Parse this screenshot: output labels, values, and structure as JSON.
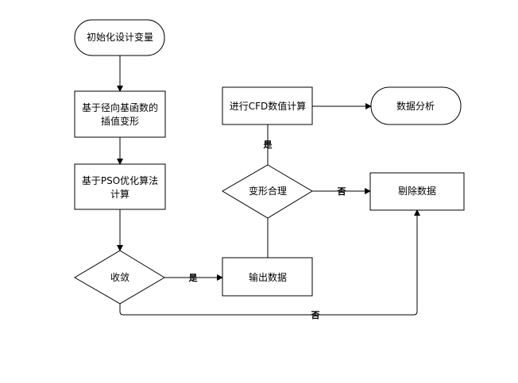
{
  "nodes": {
    "init": "初始化设计变量",
    "rbf_line1": "基于径向基函数的",
    "rbf_line2": "插值变形",
    "pso_line1": "基于PSO优化算法",
    "pso_line2": "计算",
    "converge": "收敛",
    "output": "输出数据",
    "reasonable": "变形合理",
    "cfd": "进行CFD数值计算",
    "analysis": "数据分析",
    "discard": "剔除数据"
  },
  "edges": {
    "converge_yes": "是",
    "converge_no": "否",
    "reasonable_yes": "是",
    "reasonable_no": "否"
  }
}
